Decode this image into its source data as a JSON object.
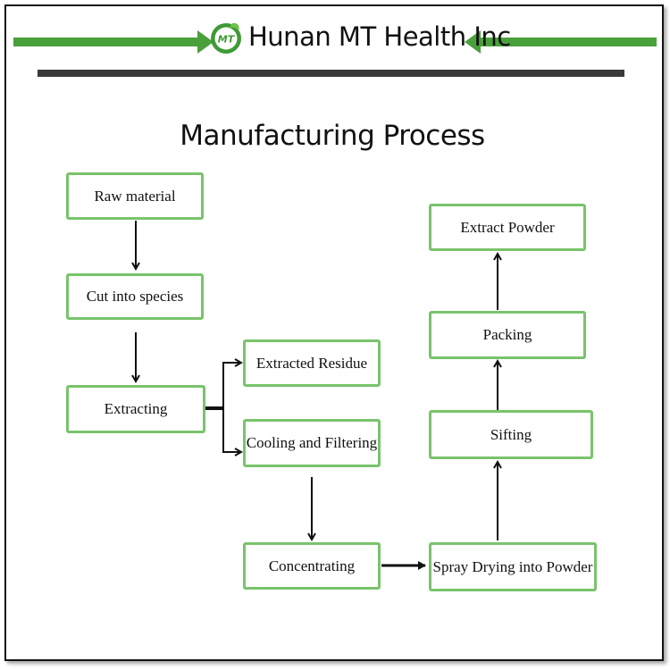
{
  "header": {
    "company_name": "Hunan MT Health Inc",
    "logo_text": "MT",
    "accent_color": "#4aa03a"
  },
  "diagram": {
    "title": "Manufacturing Process",
    "node_border_color": "#79c36b",
    "nodes": {
      "raw_material": "Raw material",
      "cut_into_species": "Cut into species",
      "extracting": "Extracting",
      "extracted_residue": "Extracted Residue",
      "cooling_and_filtering": "Cooling and Filtering",
      "concentrating": "Concentrating",
      "spray_drying": "Spray Drying into Powder",
      "sifting": "Sifting",
      "packing": "Packing",
      "extract_powder": "Extract Powder"
    },
    "edges": [
      [
        "raw_material",
        "cut_into_species"
      ],
      [
        "cut_into_species",
        "extracting"
      ],
      [
        "extracting",
        "extracted_residue"
      ],
      [
        "extracting",
        "cooling_and_filtering"
      ],
      [
        "cooling_and_filtering",
        "concentrating"
      ],
      [
        "concentrating",
        "spray_drying"
      ],
      [
        "spray_drying",
        "sifting"
      ],
      [
        "sifting",
        "packing"
      ],
      [
        "packing",
        "extract_powder"
      ]
    ]
  }
}
